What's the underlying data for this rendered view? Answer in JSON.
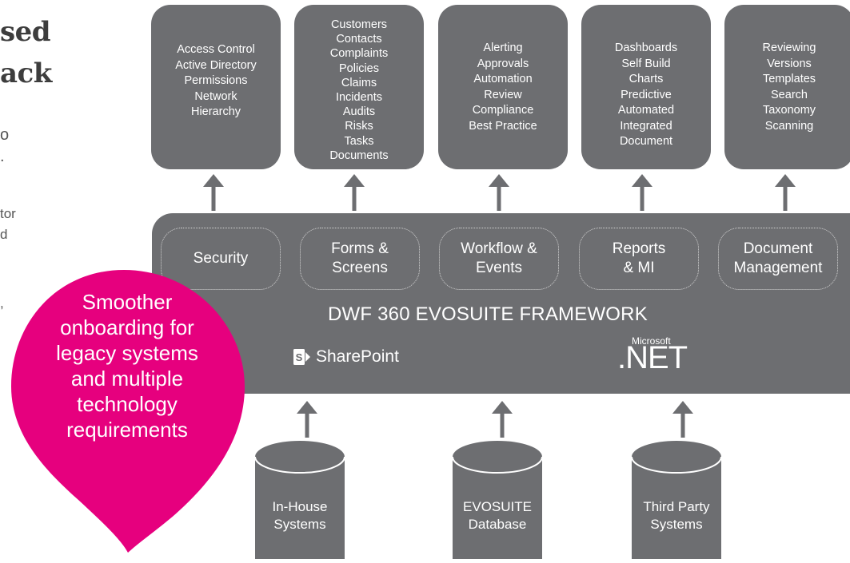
{
  "left_fragments": {
    "heading_line1": "sed",
    "heading_line2": "ack",
    "p1": "o",
    "p2": ".",
    "p3": "tor",
    "p4": "d",
    "p5": ","
  },
  "top_boxes": [
    {
      "items": [
        "Access Control",
        "Active Directory",
        "Permissions",
        "Network",
        "Hierarchy"
      ]
    },
    {
      "items": [
        "Customers",
        "Contacts",
        "Complaints",
        "Policies",
        "Claims",
        "Incidents",
        "Audits",
        "Risks",
        "Tasks",
        "Documents"
      ]
    },
    {
      "items": [
        "Alerting",
        "Approvals",
        "Automation",
        "Review",
        "Compliance",
        "Best Practice"
      ]
    },
    {
      "items": [
        "Dashboards",
        "Self Build",
        "Charts",
        "Predictive",
        "Automated",
        "Integrated",
        "Document"
      ]
    },
    {
      "items": [
        "Reviewing",
        "Versions",
        "Templates",
        "Search",
        "Taxonomy",
        "Scanning"
      ]
    }
  ],
  "framework": {
    "title": "DWF 360 EVOSUITE FRAMEWORK",
    "modules": [
      {
        "lines": [
          "Security"
        ]
      },
      {
        "lines": [
          "Forms &",
          "Screens"
        ]
      },
      {
        "lines": [
          "Workflow &",
          "Events"
        ]
      },
      {
        "lines": [
          "Reports",
          "& MI"
        ]
      },
      {
        "lines": [
          "Document",
          "Management"
        ]
      }
    ],
    "sharepoint_label": "SharePoint",
    "sharepoint_icon": "sharepoint-logo-icon",
    "microsoft_label": "Microsoft",
    "dotnet_label": ".NET"
  },
  "sources": [
    {
      "lines": [
        "In-House",
        "Systems"
      ]
    },
    {
      "lines": [
        "EVOSUITE",
        "Database"
      ]
    },
    {
      "lines": [
        "Third Party",
        "Systems"
      ]
    }
  ],
  "callout": {
    "lines": [
      "Smoother",
      "onboarding for",
      "legacy systems",
      "and multiple",
      "technology",
      "requirements"
    ]
  },
  "colors": {
    "box_fill": "#6d6e71",
    "arrow": "#6d6e71",
    "callout": "#e6007e",
    "text_light": "#ffffff",
    "text_dark": "#3d3d3d"
  }
}
